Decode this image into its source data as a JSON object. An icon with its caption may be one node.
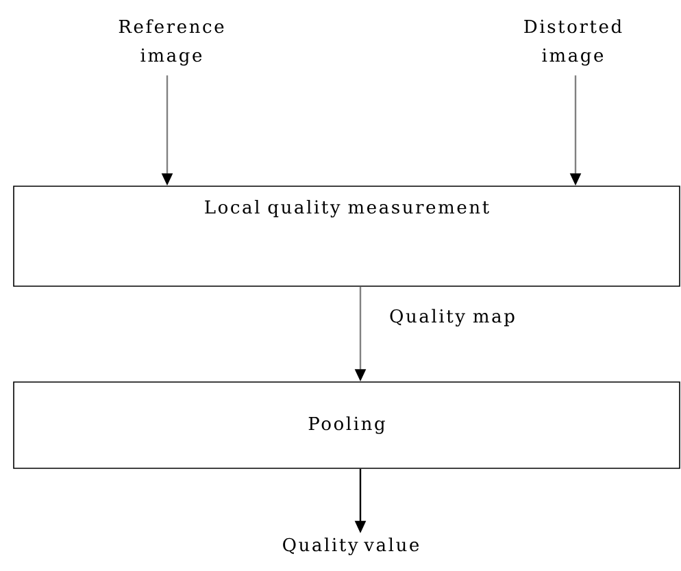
{
  "diagram": {
    "nodes": [
      {
        "text": [
          "Reference image"
        ]
      },
      {
        "text": [
          "Distorted image"
        ]
      },
      {
        "text": [
          "Local quality measurement"
        ]
      },
      {
        "text": [
          "Pooling"
        ]
      },
      {
        "text": [
          "Quality value"
        ]
      }
    ],
    "edges": [
      {
        "from": 0,
        "to": 2,
        "arrow": "to"
      },
      {
        "from": 1,
        "to": 2,
        "arrow": "to"
      },
      {
        "from": 2,
        "to": 3,
        "arrow": "to",
        "label": "Quality map"
      },
      {
        "from": 3,
        "to": 4,
        "arrow": "to",
        "color": "#000000"
      }
    ]
  }
}
